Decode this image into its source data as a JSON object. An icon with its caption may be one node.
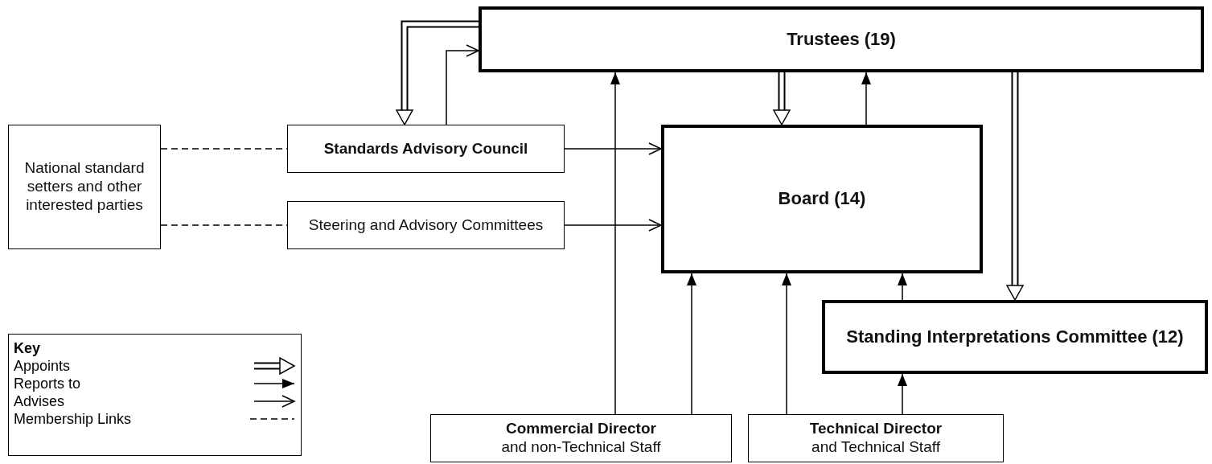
{
  "diagram": {
    "nodes": [
      {
        "text": [
          "Trustees (19)"
        ]
      },
      {
        "text": [
          "National standard setters and other interested parties"
        ]
      },
      {
        "text": [
          "Standards Advisory Council"
        ]
      },
      {
        "text": [
          "Steering and Advisory Committees"
        ]
      },
      {
        "text": [
          "Board (14)"
        ]
      },
      {
        "text": [
          "Standing Interpretations Committee (12)"
        ]
      },
      {
        "text": [
          "Commercial Director",
          "and non-Technical Staff"
        ]
      },
      {
        "text": [
          "Technical Director",
          "and Technical Staff"
        ]
      }
    ],
    "edges": [
      {
        "from": 0,
        "to": 2,
        "arrow": "to",
        "style": "thick"
      },
      {
        "from": 2,
        "to": 0,
        "arrow": "to"
      },
      {
        "from": 1,
        "to": 2,
        "arrow": "none",
        "style": "dashed"
      },
      {
        "from": 1,
        "to": 3,
        "arrow": "none",
        "style": "dashed"
      },
      {
        "from": 2,
        "to": 4,
        "arrow": "to"
      },
      {
        "from": 3,
        "to": 4,
        "arrow": "to"
      },
      {
        "from": 0,
        "to": 4,
        "arrow": "to",
        "style": "thick"
      },
      {
        "from": 4,
        "to": 0,
        "arrow": "to"
      },
      {
        "from": 0,
        "to": 5,
        "arrow": "to",
        "style": "thick"
      },
      {
        "from": 6,
        "to": 0,
        "arrow": "to"
      },
      {
        "from": 6,
        "to": 4,
        "arrow": "to"
      },
      {
        "from": 7,
        "to": 4,
        "arrow": "to"
      },
      {
        "from": 5,
        "to": 4,
        "arrow": "to"
      },
      {
        "from": 7,
        "to": 5,
        "arrow": "to"
      }
    ],
    "labels": [
      "Key"
    ],
    "legend": [
      {
        "text": "Appoints"
      },
      {
        "text": "Reports to"
      },
      {
        "text": "Advises"
      },
      {
        "text": "Membership Links"
      }
    ]
  }
}
